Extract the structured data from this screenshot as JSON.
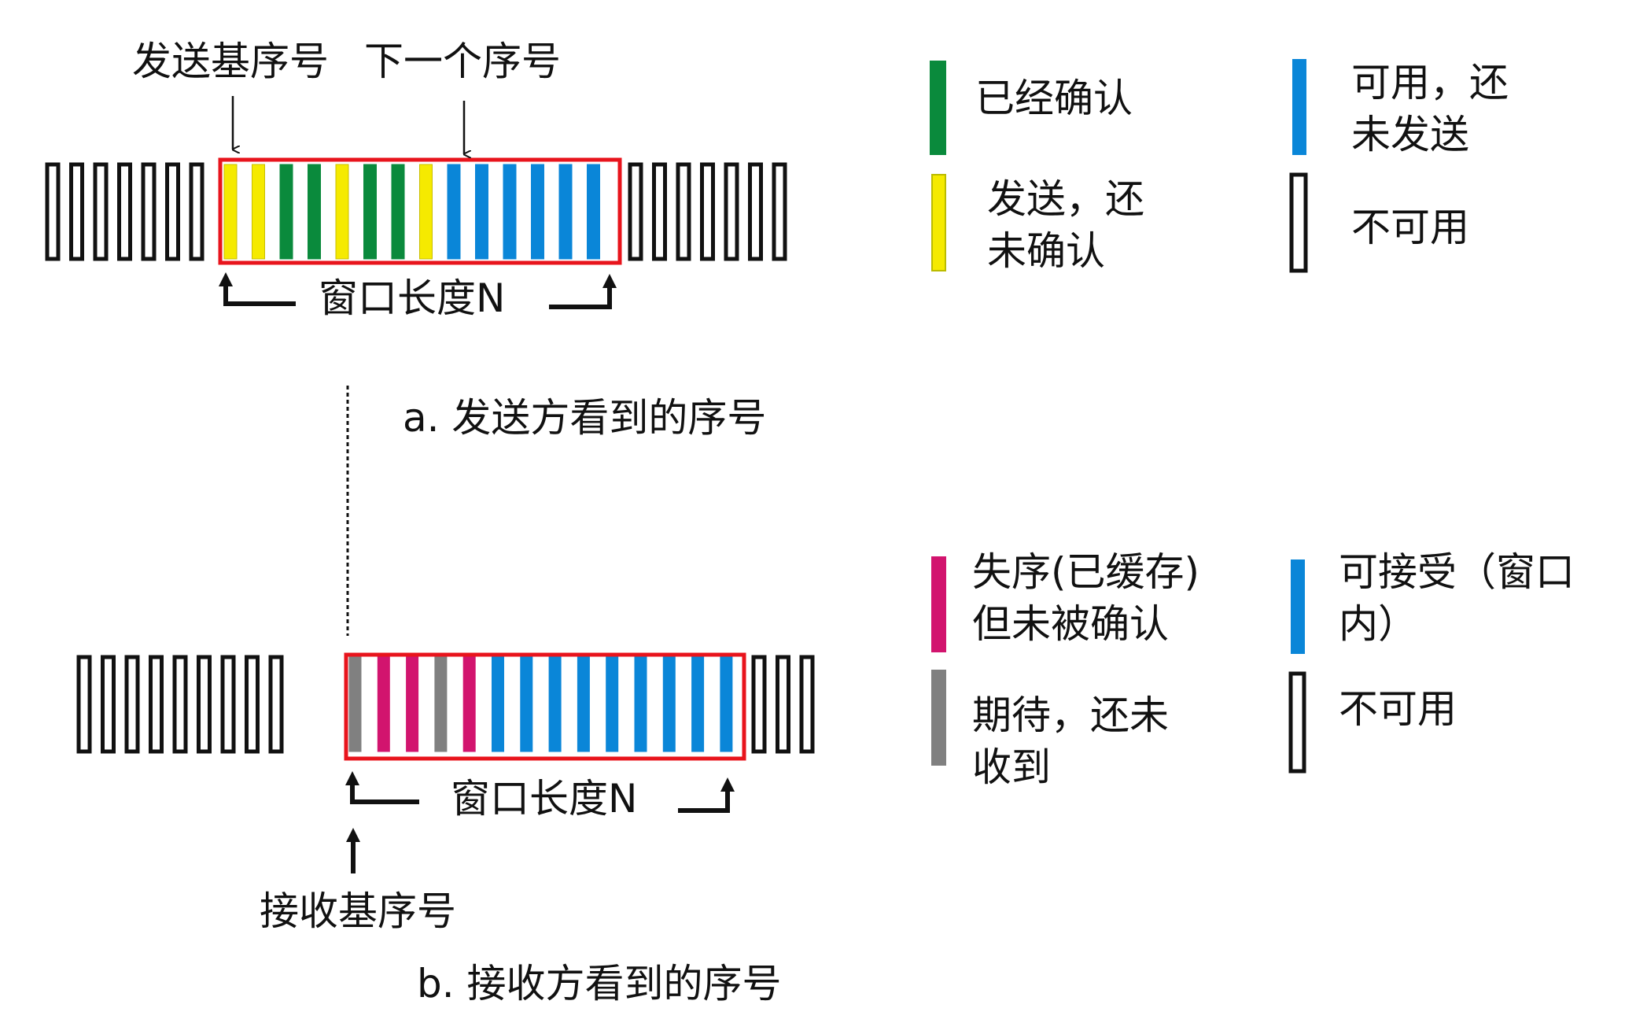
{
  "colors": {
    "acked": "#0a8a3c",
    "sent_unacked": "#f5ea00",
    "usable": "#0a86d8",
    "not_usable": "#ffffff",
    "out_of_order": "#d2146e",
    "expected": "#808080",
    "window_border": "#e8141c"
  },
  "sender": {
    "send_base_label": "发送基序号",
    "next_seq_label": "下一个序号",
    "window_label": "窗口长度N",
    "caption": "a. 发送方看到的序号",
    "left_outside": 7,
    "window_cells": [
      "sent_unacked",
      "sent_unacked",
      "acked",
      "acked",
      "sent_unacked",
      "acked",
      "acked",
      "sent_unacked",
      "usable",
      "usable",
      "usable",
      "usable",
      "usable",
      "usable"
    ],
    "right_outside": 7,
    "legend": [
      {
        "status": "acked",
        "text": "已经确认"
      },
      {
        "status": "usable",
        "text": "可用，还\n未发送"
      },
      {
        "status": "sent_unacked",
        "text": "发送，还\n未确认"
      },
      {
        "status": "not_usable",
        "text": "不可用"
      }
    ]
  },
  "receiver": {
    "window_label": "窗口长度N",
    "rcv_base_label": "接收基序号",
    "caption": "b. 接收方看到的序号",
    "left_outside": 9,
    "window_cells": [
      "expected",
      "out_of_order",
      "out_of_order",
      "expected",
      "out_of_order",
      "usable",
      "usable",
      "usable",
      "usable",
      "usable",
      "usable",
      "usable",
      "usable",
      "usable"
    ],
    "right_outside": 3,
    "legend": [
      {
        "status": "out_of_order",
        "text": "失序(已缓存)\n但未被确认"
      },
      {
        "status": "usable",
        "text": "可接受（窗口\n内）"
      },
      {
        "status": "expected",
        "text": "期待，还未\n收到"
      },
      {
        "status": "not_usable",
        "text": "不可用"
      }
    ]
  }
}
